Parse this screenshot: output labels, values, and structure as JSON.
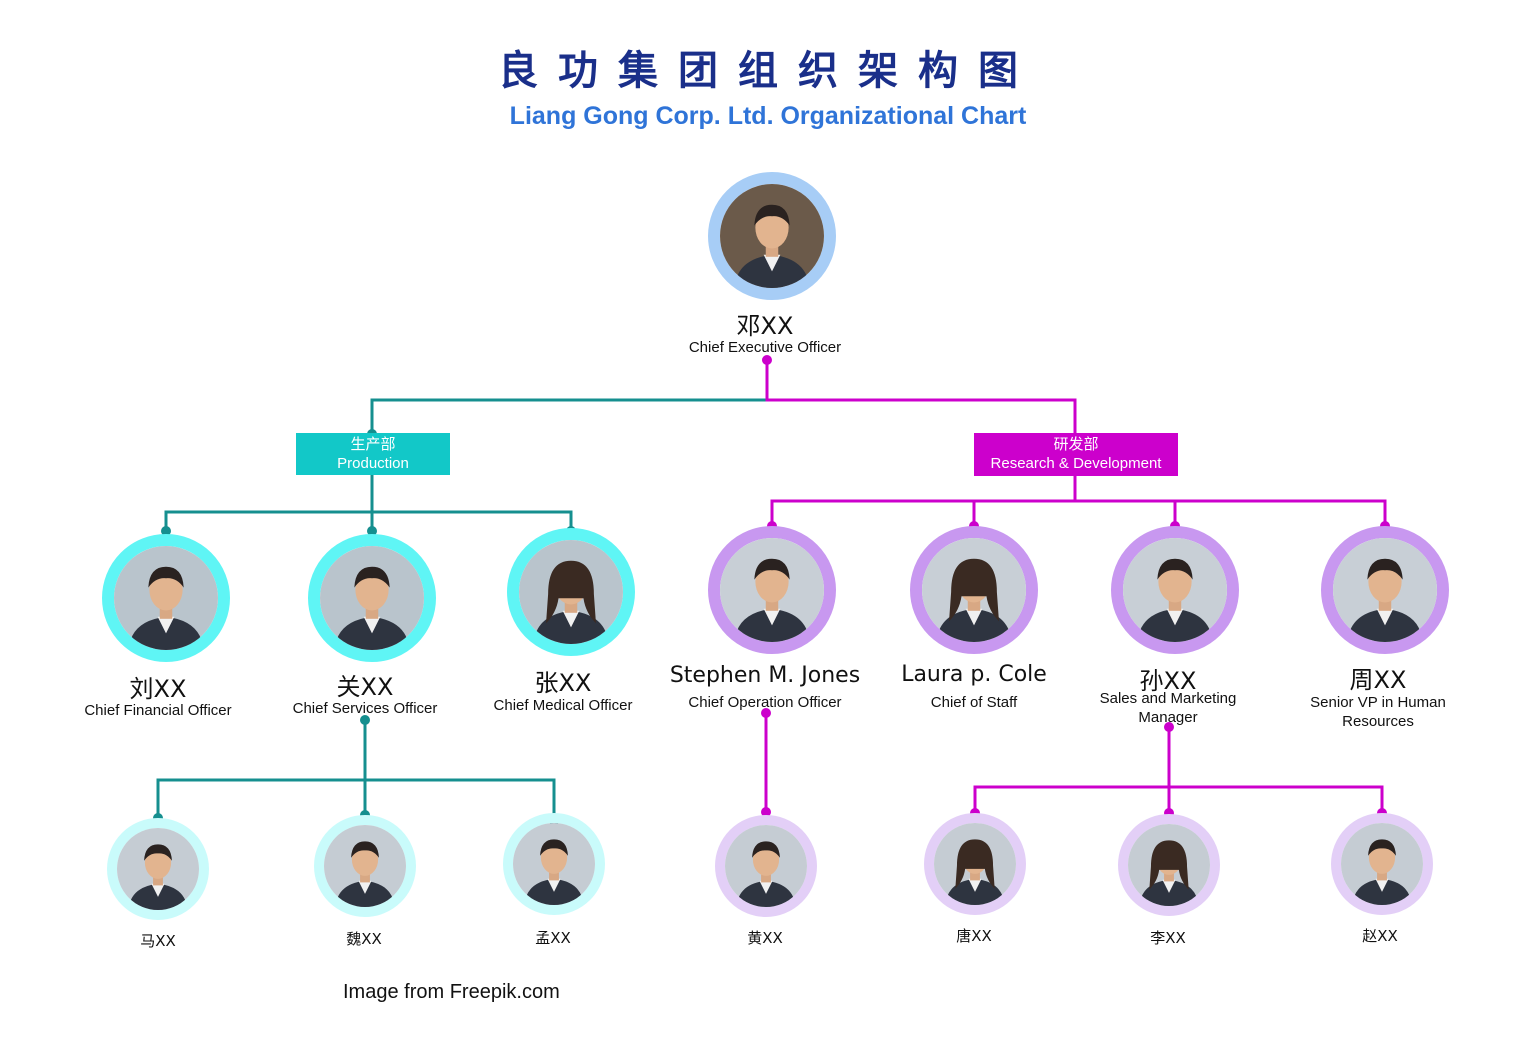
{
  "title_cn": "良功集团组织架构图",
  "title_en": "Liang Gong Corp. Ltd. Organizational Chart",
  "colors": {
    "title_cn": "#1a2f8a",
    "title_en": "#2f74d8",
    "ceo_ring": "#a7cdf6",
    "production": "#12c8c8",
    "production_line": "#158f8f",
    "production_ring": "#5ff5f5",
    "production_ring_light": "#c9fbfb",
    "rd": "#cc00cc",
    "rd_ring": "#c898f0",
    "rd_ring_light": "#e3cff7"
  },
  "ceo": {
    "name": "邓XX",
    "role": "Chief Executive Officer",
    "photo": "ceo-portrait"
  },
  "departments": {
    "production": {
      "name_cn": "生产部",
      "name_en": "Production"
    },
    "rd": {
      "name_cn": "研发部",
      "name_en": "Research & Development"
    }
  },
  "production_officers": [
    {
      "name": "刘XX",
      "role": "Chief Financial Officer",
      "photo": "man-portrait"
    },
    {
      "name": "关XX",
      "role": "Chief Services Officer",
      "photo": "man-portrait"
    },
    {
      "name": "张XX",
      "role": "Chief Medical Officer",
      "photo": "woman-portrait"
    }
  ],
  "rd_officers": [
    {
      "name": "Stephen M. Jones",
      "role": "Chief Operation Officer",
      "photo": "man-portrait"
    },
    {
      "name": "Laura p. Cole",
      "role": "Chief of Staff",
      "photo": "woman-portrait"
    },
    {
      "name": "孙XX",
      "role": "Sales and Marketing Manager",
      "photo": "man-portrait"
    },
    {
      "name": "周XX",
      "role": "Senior VP in Human Resources",
      "photo": "man-portrait"
    }
  ],
  "services_staff": [
    {
      "name": "马XX",
      "photo": "man-portrait"
    },
    {
      "name": "魏XX",
      "photo": "man-portrait"
    },
    {
      "name": "孟XX",
      "photo": "man-portrait"
    }
  ],
  "operation_staff": [
    {
      "name": "黄XX",
      "photo": "man-portrait"
    }
  ],
  "sales_staff": [
    {
      "name": "唐XX",
      "photo": "woman-portrait"
    },
    {
      "name": "李XX",
      "photo": "woman-portrait"
    },
    {
      "name": "赵XX",
      "photo": "man-portrait"
    }
  ],
  "footer": "Image from Freepik.com"
}
